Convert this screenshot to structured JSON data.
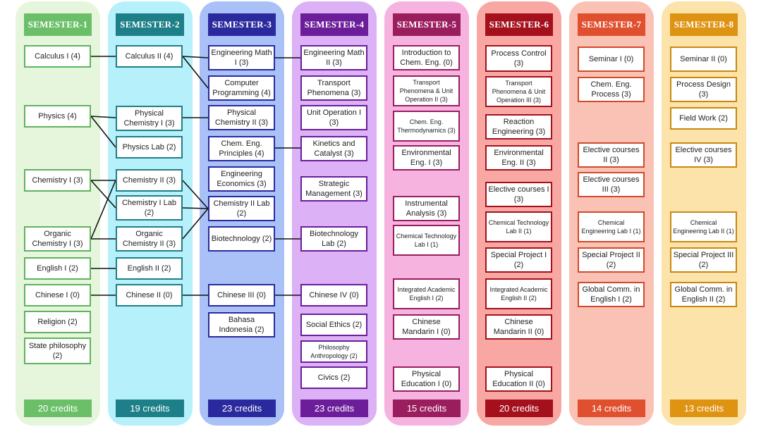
{
  "colors": {
    "s1": {
      "bg": "#e6f6dc",
      "head": "#6bbf68",
      "border": "#5fb35c"
    },
    "s2": {
      "bg": "#b6f0fb",
      "head": "#1d7f87",
      "border": "#1d7f87"
    },
    "s3": {
      "bg": "#a9c1f7",
      "head": "#2a2a9e",
      "border": "#2a2a9e"
    },
    "s4": {
      "bg": "#dcb1f5",
      "head": "#6c1d9a",
      "border": "#6c1d9a"
    },
    "s5": {
      "bg": "#f6b3df",
      "head": "#9a1d5e",
      "border": "#9a1d5e"
    },
    "s6": {
      "bg": "#f9a7a3",
      "head": "#a4101c",
      "border": "#a4101c"
    },
    "s7": {
      "bg": "#fac2b4",
      "head": "#e0502f",
      "border": "#d04a2c"
    },
    "s8": {
      "bg": "#fbe3aa",
      "head": "#df9312",
      "border": "#c98812"
    }
  },
  "semesters": [
    {
      "title": "SEMESTER-1",
      "credits": "20 credits",
      "courses": [
        "Calculus I (4)",
        "Physics (4)",
        "Chemistry I (3)",
        "Organic Chemistry I (3)",
        "English I (2)",
        "Chinese I (0)",
        "Religion (2)",
        "State philosophy (2)"
      ]
    },
    {
      "title": "SEMESTER-2",
      "credits": "19 credits",
      "courses": [
        "Calculus II (4)",
        "Physical Chemistry I (3)",
        "Physics Lab (2)",
        "Chemistry II (3)",
        "Chemistry I Lab (2)",
        "Organic Chemistry II (3)",
        "English II (2)",
        "Chinese II (0)"
      ]
    },
    {
      "title": "SEMESTER-3",
      "credits": "23 credits",
      "courses": [
        "Engineering Math I (3)",
        "Computer Programming (4)",
        "Physical Chemistry II (3)",
        "Chem. Eng. Principles (4)",
        "Engineering Economics (3)",
        "Chemistry II Lab (2)",
        "Biotechnology (2)",
        "Chinese III (0)",
        "Bahasa Indonesia (2)"
      ]
    },
    {
      "title": "SEMESTER-4",
      "credits": "23 credits",
      "courses": [
        "Engineering Math II (3)",
        "Transport Phenomena (3)",
        "Unit Operation I (3)",
        "Kinetics and Catalyst (3)",
        "Strategic Management (3)",
        "Biotechnology Lab (2)",
        "Chinese IV (0)",
        "Social Ethics (2)",
        "Philosophy Anthropology (2)",
        "Civics (2)"
      ]
    },
    {
      "title": "SEMESTER-5",
      "credits": "15 credits",
      "courses": [
        "Introduction to Chem. Eng. (0)",
        "Transport Phenomena & Unit Operation II (3)",
        "Chem. Eng. Thermodynamics (3)",
        "Environmental Eng. I (3)",
        "Instrumental Analysis (3)",
        "Chemical Technology Lab I (1)",
        "Integrated Academic English I (2)",
        "Chinese Mandarin I (0)",
        "Physical Education I (0)"
      ]
    },
    {
      "title": "SEMESTER-6",
      "credits": "20 credits",
      "courses": [
        "Process Control (3)",
        "Transport Phenomena & Unit Operation III (3)",
        "Reaction Engineering (3)",
        "Environmental Eng. II (3)",
        "Elective courses I (3)",
        "Chemical Technology Lab II (1)",
        "Special Project I (2)",
        "Integrated Academic English II (2)",
        "Chinese Mandarin II (0)",
        "Physical Education II (0)"
      ]
    },
    {
      "title": "SEMESTER-7",
      "credits": "14 credits",
      "courses": [
        "Seminar I (0)",
        "Chem. Eng. Process (3)",
        "Elective courses II (3)",
        "Elective courses III (3)",
        "Chemical Engineering Lab I (1)",
        "Special Project II (2)",
        "Global Comm. in English I (2)"
      ]
    },
    {
      "title": "SEMESTER-8",
      "credits": "13 credits",
      "courses": [
        "Seminar II (0)",
        "Process Design (3)",
        "Field Work (2)",
        "Elective courses IV (3)",
        "Chemical Engineering Lab II (1)",
        "Special Project III (2)",
        "Global Comm. in English II (2)"
      ]
    }
  ]
}
